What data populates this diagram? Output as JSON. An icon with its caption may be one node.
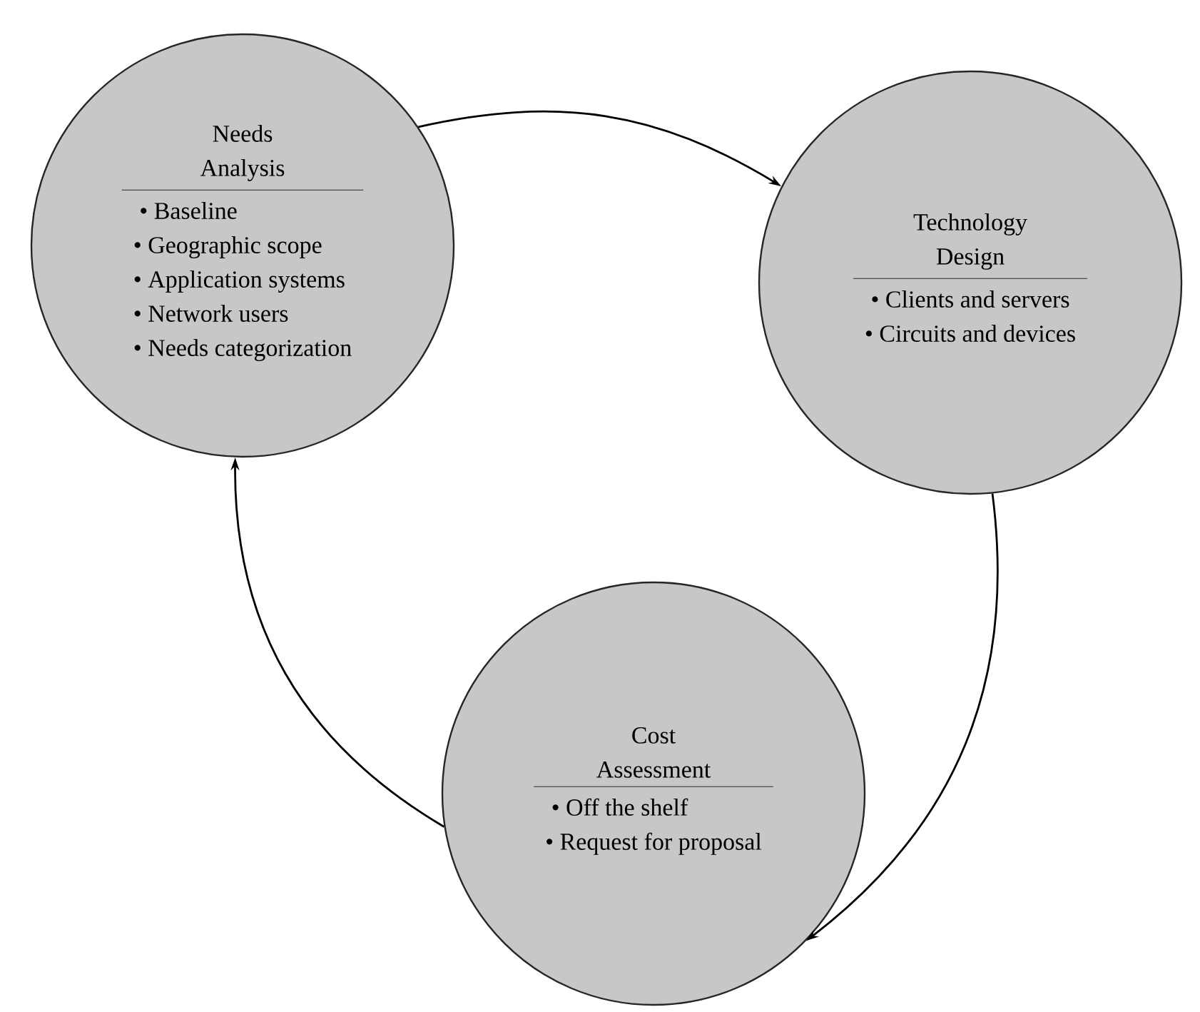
{
  "diagram": {
    "nodes": [
      {
        "text": [
          "Needs Analysis",
          "• Baseline",
          "• Geographic scope",
          "• Application systems",
          "• Network users",
          "• Needs categorization"
        ]
      },
      {
        "text": [
          "Technology Design",
          "• Clients and servers",
          "• Circuits and devices"
        ]
      },
      {
        "text": [
          "Cost Assessment",
          "• Off the shelf",
          "• Request for proposal"
        ]
      }
    ],
    "edges": [
      {
        "from": 0,
        "to": 1,
        "arrow": "to"
      },
      {
        "from": 1,
        "to": 2,
        "arrow": "to"
      },
      {
        "from": 2,
        "to": 0,
        "arrow": "to"
      }
    ]
  }
}
